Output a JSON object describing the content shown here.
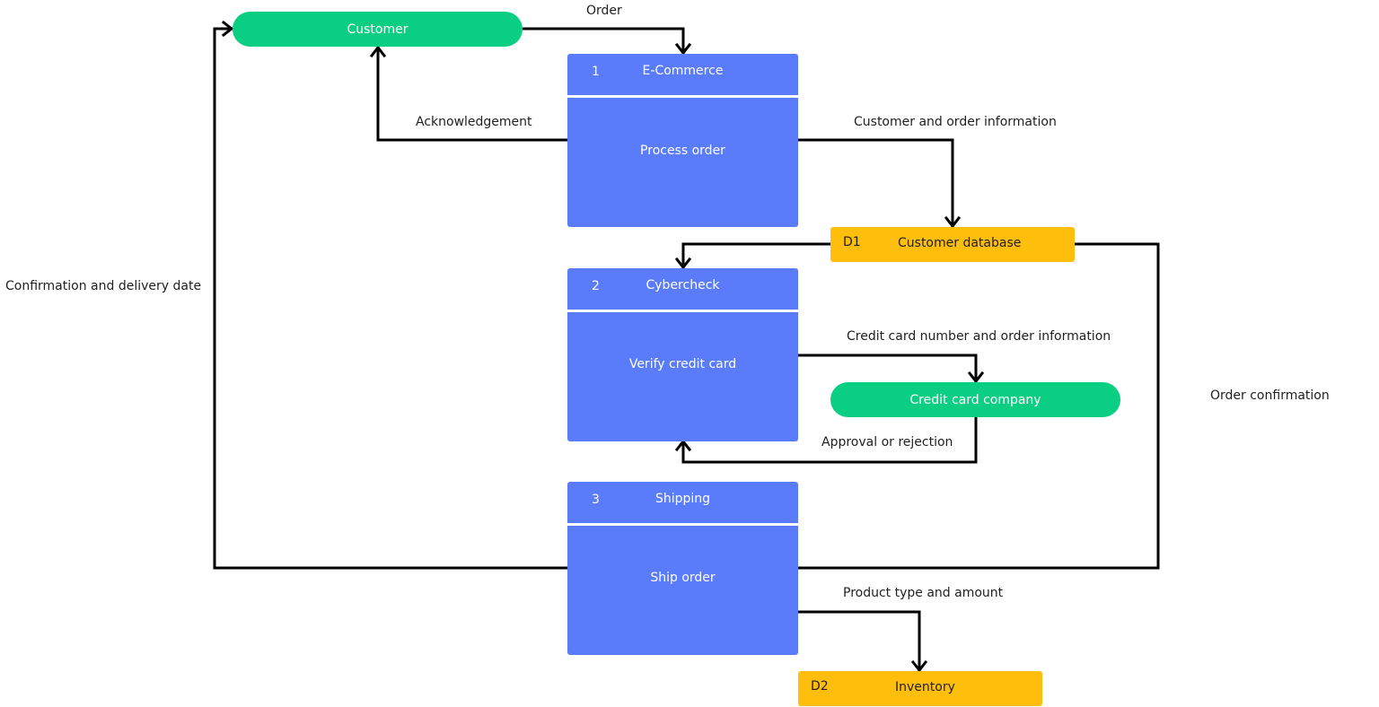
{
  "colors": {
    "entity": "#0acf83",
    "process": "#5b7cfa",
    "store": "#ffbe0b",
    "line": "#000000"
  },
  "entities": {
    "customer": "Customer",
    "credit_card_company": "Credit card company"
  },
  "processes": [
    {
      "number": "1",
      "name": "E-Commerce",
      "action": "Process order"
    },
    {
      "number": "2",
      "name": "Cybercheck",
      "action": "Verify credit card"
    },
    {
      "number": "3",
      "name": "Shipping",
      "action": "Ship order"
    }
  ],
  "stores": [
    {
      "id": "D1",
      "name": "Customer database"
    },
    {
      "id": "D2",
      "name": "Inventory"
    }
  ],
  "flows": {
    "order": "Order",
    "acknowledgement": "Acknowledgement",
    "customer_order_info": "Customer and order information",
    "confirmation_delivery": "Confirmation and delivery date",
    "credit_card_info": "Credit card number and order information",
    "approval_rejection": "Approval or rejection",
    "order_confirmation": "Order confirmation",
    "product_type_amount": "Product type and amount"
  }
}
